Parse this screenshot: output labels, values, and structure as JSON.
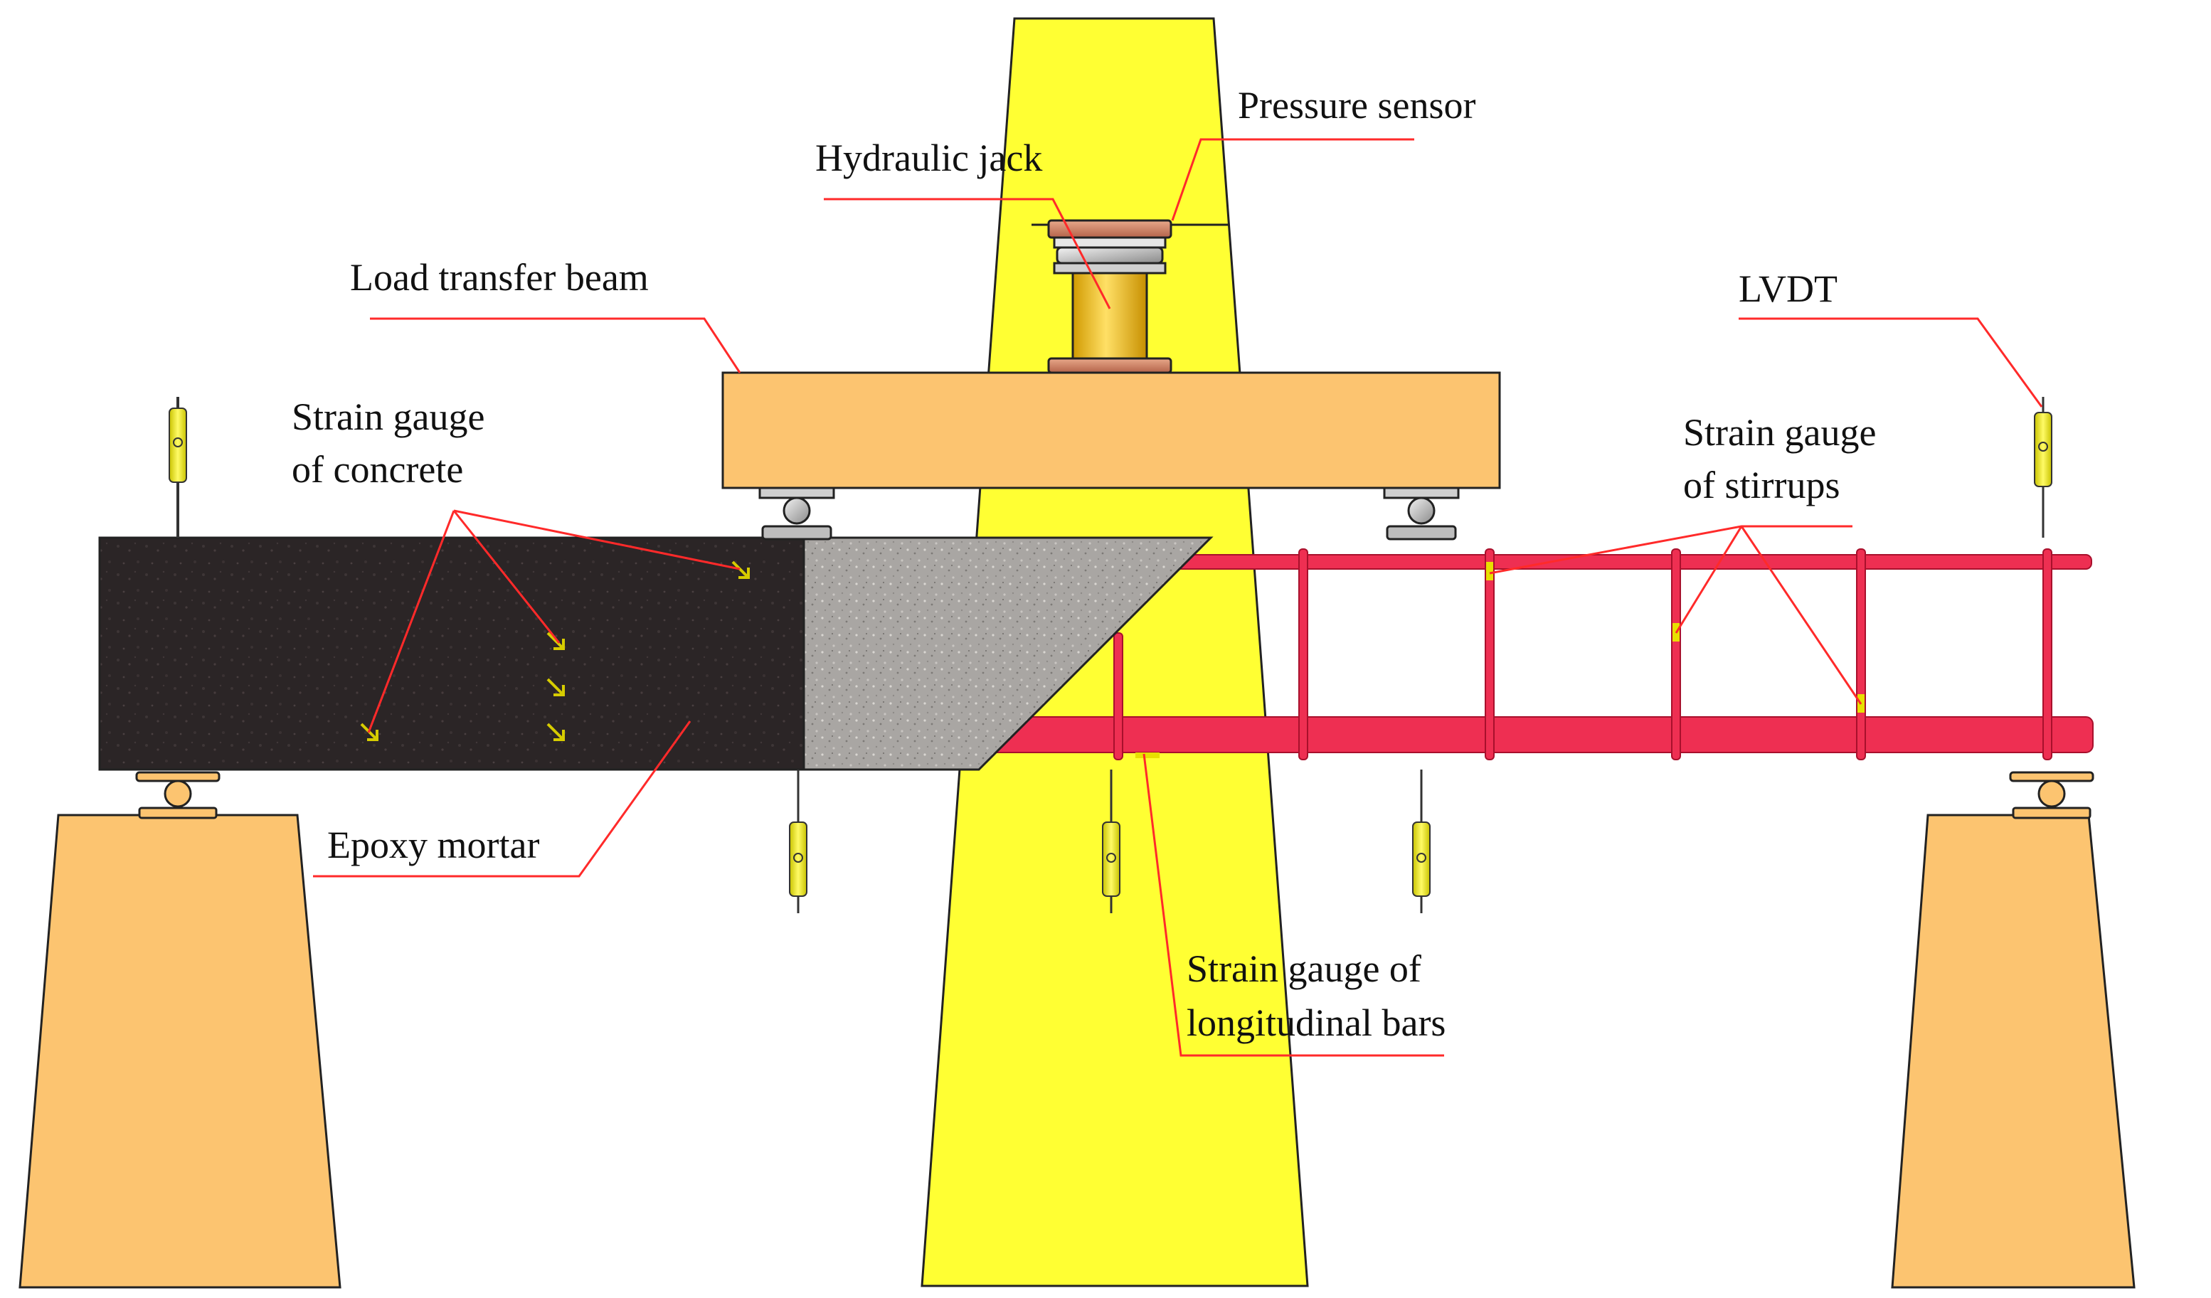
{
  "labels": {
    "pressure_sensor": "Pressure sensor",
    "hydraulic_jack": "Hydraulic jack",
    "load_transfer_beam": "Load transfer beam",
    "lvdt": "LVDT",
    "strain_gauge_concrete_1": "Strain gauge",
    "strain_gauge_concrete_2": "of concrete",
    "strain_gauge_stirrups_1": "Strain gauge",
    "strain_gauge_stirrups_2": "of stirrups",
    "epoxy_mortar": "Epoxy mortar",
    "strain_gauge_long_1": "Strain gauge of",
    "strain_gauge_long_2": "longitudinal bars"
  },
  "colors": {
    "frame": "#ffff33",
    "support": "#fcc470",
    "concrete": "#2b2526",
    "epoxy": "#a9a6a3",
    "rebar": "#ee2f52",
    "leader": "#ff2a2a",
    "gauge": "#e8e000"
  }
}
